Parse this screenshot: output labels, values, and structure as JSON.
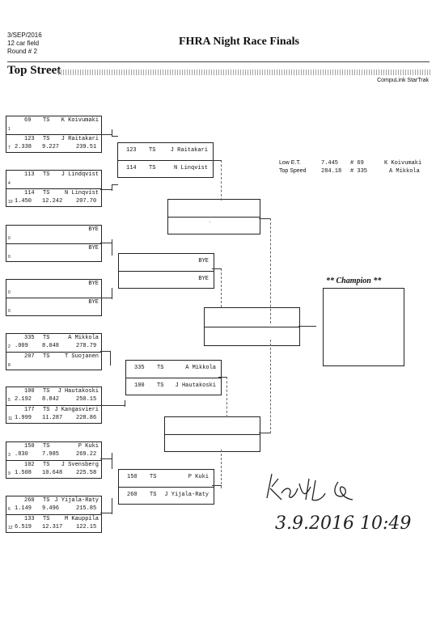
{
  "header": {
    "date": "3/SEP/2016",
    "field": "12 car field",
    "round": "Round # 2",
    "title": "FHRA Night Race Finals",
    "section": "Top Street",
    "brand": "CompuLink StarTrak"
  },
  "stats": {
    "low_et_label": "Low  E.T.",
    "low_et_value": "7.445",
    "low_et_car": "# 69",
    "low_et_name": "K Koivumaki",
    "top_speed_label": "Top Speed",
    "top_speed_value": "284.18",
    "top_speed_car": "# 335",
    "top_speed_name": "A Mikkola"
  },
  "round1": [
    {
      "top": {
        "car": "69",
        "cls": "TS",
        "name": "K Koivumaki",
        "seed": "1",
        "rt": "",
        "et": "",
        "mph": ""
      },
      "bot": {
        "car": "123",
        "cls": "TS",
        "name": "J Raitakari",
        "seed": "7",
        "rt": "2.338",
        "et": "9.227",
        "mph": "239.51"
      }
    },
    {
      "top": {
        "car": "113",
        "cls": "TS",
        "name": "J Lindqvist",
        "seed": "4",
        "rt": "",
        "et": "",
        "mph": ""
      },
      "bot": {
        "car": "114",
        "cls": "TS",
        "name": "N Linqvist",
        "seed": "10",
        "rt": "1.450",
        "et": "12.242",
        "mph": "207.70"
      }
    },
    {
      "top": {
        "car": "",
        "cls": "",
        "name": "BYE",
        "seed": "0",
        "rt": "",
        "et": "",
        "mph": ""
      },
      "bot": {
        "car": "",
        "cls": "",
        "name": "BYE",
        "seed": "0",
        "rt": "",
        "et": "",
        "mph": ""
      }
    },
    {
      "top": {
        "car": "",
        "cls": "",
        "name": "BYE",
        "seed": "0",
        "rt": "",
        "et": "",
        "mph": ""
      },
      "bot": {
        "car": "",
        "cls": "",
        "name": "BYE",
        "seed": "0",
        "rt": "",
        "et": "",
        "mph": ""
      }
    },
    {
      "top": {
        "car": "335",
        "cls": "TS",
        "name": "A Mikkola",
        "seed": "2",
        "rt": ".009",
        "et": "8.048",
        "mph": "278.79"
      },
      "bot": {
        "car": "207",
        "cls": "TS",
        "name": "T Suojanen",
        "seed": "8",
        "rt": "",
        "et": "",
        "mph": ""
      }
    },
    {
      "top": {
        "car": "100",
        "cls": "TS",
        "name": "J Hautakoski",
        "seed": "5",
        "rt": "2.192",
        "et": "8.842",
        "mph": "250.15"
      },
      "bot": {
        "car": "177",
        "cls": "TS",
        "name": "J Kangasvieri",
        "seed": "11",
        "rt": "1.999",
        "et": "11.287",
        "mph": "228.86"
      }
    },
    {
      "top": {
        "car": "150",
        "cls": "TS",
        "name": "P Kuki",
        "seed": "3",
        "rt": ".830",
        "et": "7.985",
        "mph": "269.22"
      },
      "bot": {
        "car": "102",
        "cls": "TS",
        "name": "J Svensberg",
        "seed": "9",
        "rt": "1.508",
        "et": "10.648",
        "mph": "225.58"
      }
    },
    {
      "top": {
        "car": "260",
        "cls": "TS",
        "name": "J Yijala-Raty",
        "seed": "6",
        "rt": "1.149",
        "et": "9.496",
        "mph": "215.85"
      },
      "bot": {
        "car": "133",
        "cls": "TS",
        "name": "M Kauppila",
        "seed": "12",
        "rt": "6.519",
        "et": "12.317",
        "mph": "122.15"
      }
    }
  ],
  "round2": [
    {
      "top": {
        "car": "123",
        "cls": "TS",
        "name": "J Raitakari"
      },
      "bot": {
        "car": "114",
        "cls": "TS",
        "name": "N Linqvist"
      }
    },
    {
      "top": {
        "car": "",
        "cls": "",
        "name": "BYE"
      },
      "bot": {
        "car": "",
        "cls": "",
        "name": "BYE"
      }
    },
    {
      "top": {
        "car": "335",
        "cls": "TS",
        "name": "A Mikkola"
      },
      "bot": {
        "car": "100",
        "cls": "TS",
        "name": "J Hautakoski"
      }
    },
    {
      "top": {
        "car": "150",
        "cls": "TS",
        "name": "P Kuki"
      },
      "bot": {
        "car": "260",
        "cls": "TS",
        "name": "J Yijala-Raty"
      }
    }
  ],
  "round3_marks": [
    "",
    "·"
  ],
  "champion_label": "** Champion **",
  "signature": {
    "name": "Kaarlo",
    "datetime": "3.9.2016 10:49"
  }
}
